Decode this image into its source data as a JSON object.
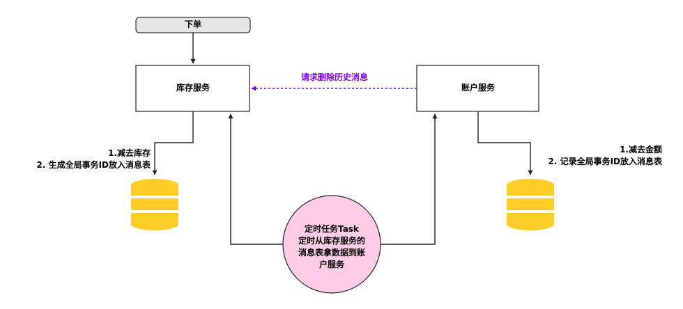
{
  "nodes": {
    "order": {
      "label": "下单"
    },
    "inventory_service": {
      "label": "库存服务"
    },
    "account_service": {
      "label": "账户服务"
    },
    "inventory_db": {
      "icon": "database-icon",
      "color": "#FFCD28"
    },
    "account_db": {
      "icon": "database-icon",
      "color": "#FFCD28"
    },
    "scheduled_task": {
      "lines": [
        "定时任务Task",
        "定时从库存服务的",
        "消息表拿数据到账",
        "户服务"
      ],
      "fill": "#FFCCE6"
    }
  },
  "edges": {
    "delete_history": {
      "label": "请求删除历史消息",
      "color": "#7F00FF"
    },
    "inventory_write": {
      "lines": [
        "1.减去库存",
        "2. 生成全局事务ID放入消息表"
      ]
    },
    "account_write": {
      "lines": [
        "1.减去金额",
        "2. 记录全局事务ID放入消息表"
      ]
    }
  }
}
